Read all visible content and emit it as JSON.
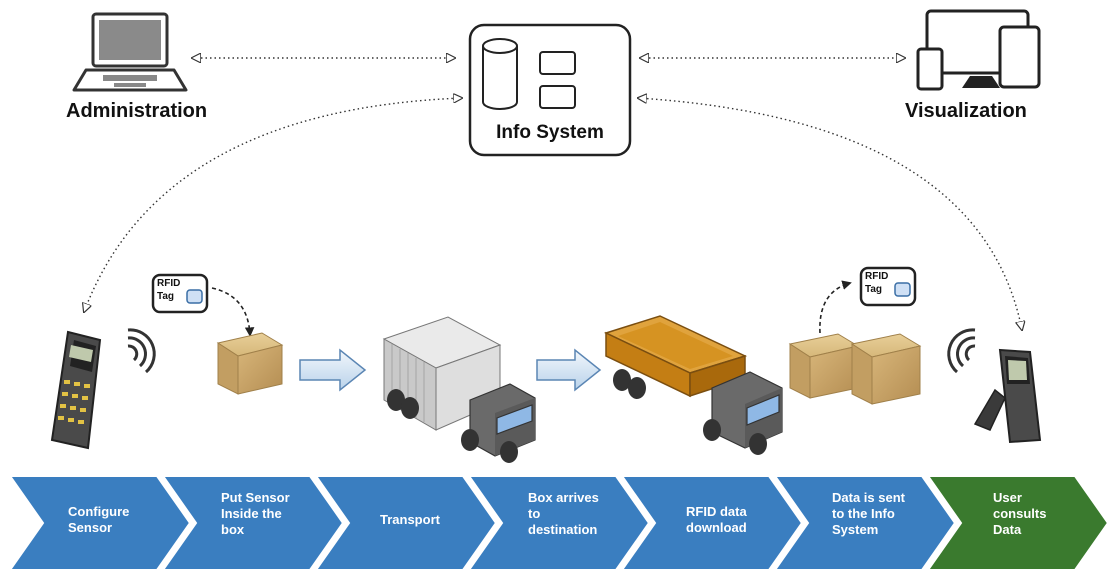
{
  "nodes": {
    "administration": {
      "label": "Administration"
    },
    "info_system": {
      "label": "Info System"
    },
    "visualization": {
      "label": "Visualization"
    }
  },
  "rfid_tags": [
    {
      "line1": "RFID",
      "line2": "Tag"
    },
    {
      "line1": "RFID",
      "line2": "Tag"
    }
  ],
  "steps": [
    {
      "text": "Configure\nSensor",
      "color": "#3a7ec0"
    },
    {
      "text": "Put Sensor\nInside the\nbox",
      "color": "#3a7ec0"
    },
    {
      "text": "Transport",
      "color": "#3a7ec0"
    },
    {
      "text": "Box arrives\nto\ndestination",
      "color": "#3a7ec0"
    },
    {
      "text": "RFID data\ndownload",
      "color": "#3a7ec0"
    },
    {
      "text": "Data is sent\nto the Info\nSystem",
      "color": "#3a7ec0"
    },
    {
      "text": "User\nconsults\nData",
      "color": "#3a7a2e"
    }
  ],
  "icons": [
    "laptop-icon",
    "database-icon",
    "devices-icon",
    "rfid-scanner-icon",
    "box-icon",
    "truck-icon",
    "flatbed-truck-icon",
    "arrow-icon"
  ]
}
